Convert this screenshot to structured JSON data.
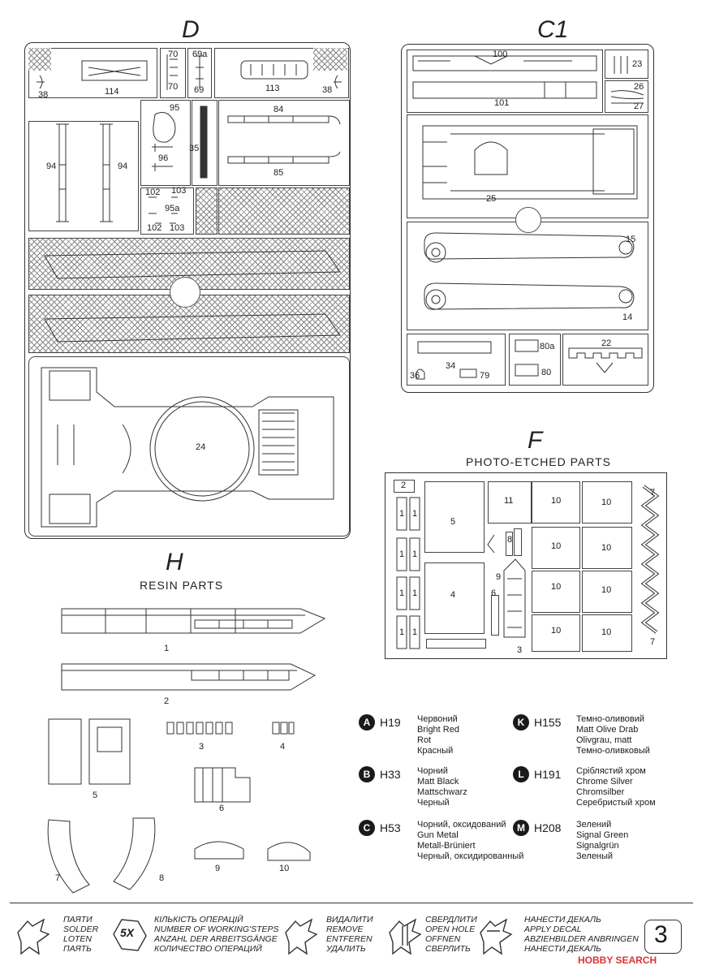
{
  "sheets": {
    "d": {
      "letter": "D"
    },
    "c1": {
      "letter": "C1"
    },
    "f": {
      "letter": "F",
      "subtitle": "PHOTO-ETCHED PARTS"
    },
    "h": {
      "letter": "H",
      "subtitle": "RESIN PARTS"
    }
  },
  "parts_d": [
    "38",
    "114",
    "70",
    "70",
    "69a",
    "69",
    "113",
    "38",
    "95",
    "96",
    "35",
    "84",
    "85",
    "94",
    "94",
    "102",
    "103",
    "95a",
    "102",
    "103",
    "24"
  ],
  "parts_c1": [
    "100",
    "101",
    "23",
    "26",
    "27",
    "25",
    "15",
    "14",
    "80a",
    "22",
    "34",
    "36",
    "79",
    "80"
  ],
  "parts_f": [
    "2",
    "5",
    "11",
    "10",
    "10",
    "7",
    "1",
    "1",
    "8",
    "10",
    "10",
    "1",
    "1",
    "1",
    "1",
    "4",
    "9",
    "6",
    "10",
    "10",
    "1",
    "1",
    "10",
    "10",
    "3",
    "7"
  ],
  "parts_h": [
    "1",
    "2",
    "3",
    "4",
    "5",
    "6",
    "7",
    "8",
    "9",
    "10"
  ],
  "paints": [
    {
      "letter": "A",
      "code": "H19",
      "names": [
        "Червоний",
        "Bright Red",
        "Rot",
        "Красный"
      ]
    },
    {
      "letter": "B",
      "code": "H33",
      "names": [
        "Чорний",
        "Matt Black",
        "Mattschwarz",
        "Черный"
      ]
    },
    {
      "letter": "C",
      "code": "H53",
      "names": [
        "Чорний, оксидований",
        "Gun Metal",
        "Metall-Brüniert",
        "Черный, оксидированный"
      ]
    },
    {
      "letter": "K",
      "code": "H155",
      "names": [
        "Темно-оливовий",
        "Matt Olive Drab",
        "Olivgrau, matt",
        "Темно-оливковый"
      ]
    },
    {
      "letter": "L",
      "code": "H191",
      "names": [
        "Сріблястий хром",
        "Chrome Silver",
        "Chromsilber",
        "Серебристый хром"
      ]
    },
    {
      "letter": "M",
      "code": "H208",
      "names": [
        "Зелений",
        "Signal Green",
        "Signalgrün",
        "Зеленый"
      ]
    }
  ],
  "legend": [
    {
      "icon": "solder-icon",
      "lines": [
        "ПАЯТИ",
        "SOLDER",
        "LOTEN",
        "ПАЯТЬ"
      ]
    },
    {
      "icon": "steps-icon",
      "badge": "5X",
      "lines": [
        "КІЛЬКІСТЬ ОПЕРАЦІЙ",
        "NUMBER OF WORKING'STEPS",
        "ANZAHL DER ARBEITSGÄNGE",
        "КОЛИЧЕСТВО ОПЕРАЦИЙ"
      ]
    },
    {
      "icon": "remove-icon",
      "lines": [
        "ВИДАЛИТИ",
        "REMOVE",
        "ENTFEREN",
        "УДАЛИТЬ"
      ]
    },
    {
      "icon": "drill-icon",
      "lines": [
        "СВЕРДЛИТИ",
        "OPEN HOLE",
        "OFFNEN",
        "СВЕРЛИТЬ"
      ]
    },
    {
      "icon": "decal-icon",
      "lines": [
        "НАНЕСТИ ДЕКАЛЬ",
        "APPLY DECAL",
        "ABZIEHBILDER ANBRINGEN",
        "НАНЕСТИ ДЕКАЛЬ"
      ]
    }
  ],
  "page_number": "3",
  "watermark": "HOBBY SEARCH"
}
